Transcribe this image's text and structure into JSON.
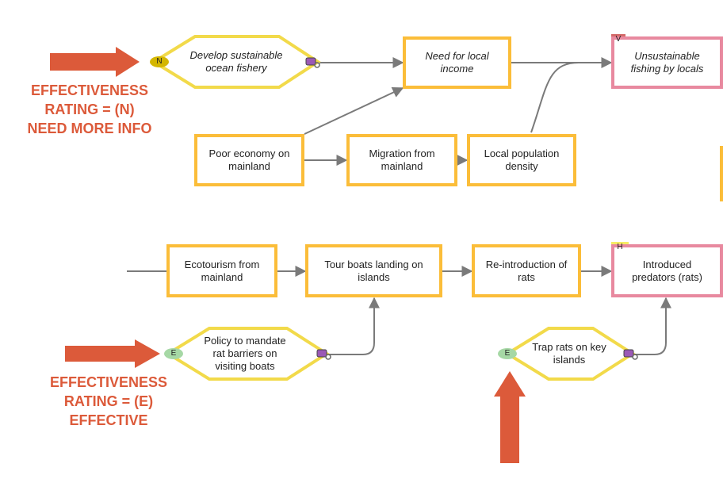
{
  "colors": {
    "strategy_border": "#f2da4a",
    "factor_border": "#fbbd39",
    "target_border": "#e8899f",
    "arrow": "#7a7a7a",
    "callout": "#dc5a3a",
    "badge_need_info": "#d4b600",
    "badge_effective": "#a6d8a5",
    "tag_viability": "#d46a6a",
    "tag_health": "#f7eb64"
  },
  "diagram": {
    "strategy_develop": {
      "label": "Develop sustainable ocean fishery",
      "badge": "N"
    },
    "factor_need_income": {
      "label": "Need for local income"
    },
    "target_unsustainable_fishing": {
      "label": "Unsustainable fishing by locals",
      "tag": "V"
    },
    "factor_poor_economy": {
      "label": "Poor economy on mainland"
    },
    "factor_migration": {
      "label": "Migration from mainland"
    },
    "factor_local_population": {
      "label": "Local population density"
    },
    "factor_ecotourism": {
      "label": "Ecotourism from mainland"
    },
    "factor_tour_boats": {
      "label": "Tour boats landing on islands"
    },
    "factor_reintroduction": {
      "label": "Re-introduction of rats"
    },
    "target_introduced_predators": {
      "label": "Introduced predators (rats)",
      "tag": "H"
    },
    "strategy_policy": {
      "label": "Policy to mandate rat barriers on visiting boats",
      "badge": "E"
    },
    "strategy_trap": {
      "label": "Trap rats on key islands",
      "badge": "E"
    }
  },
  "callouts": {
    "rating_need_info": {
      "line1": "EFFECTIVENESS",
      "line2": "RATING = (N)",
      "line3": "NEED MORE INFO"
    },
    "rating_effective": {
      "line1": "EFFECTIVENESS",
      "line2": "RATING = (E)",
      "line3": "EFFECTIVE"
    }
  }
}
